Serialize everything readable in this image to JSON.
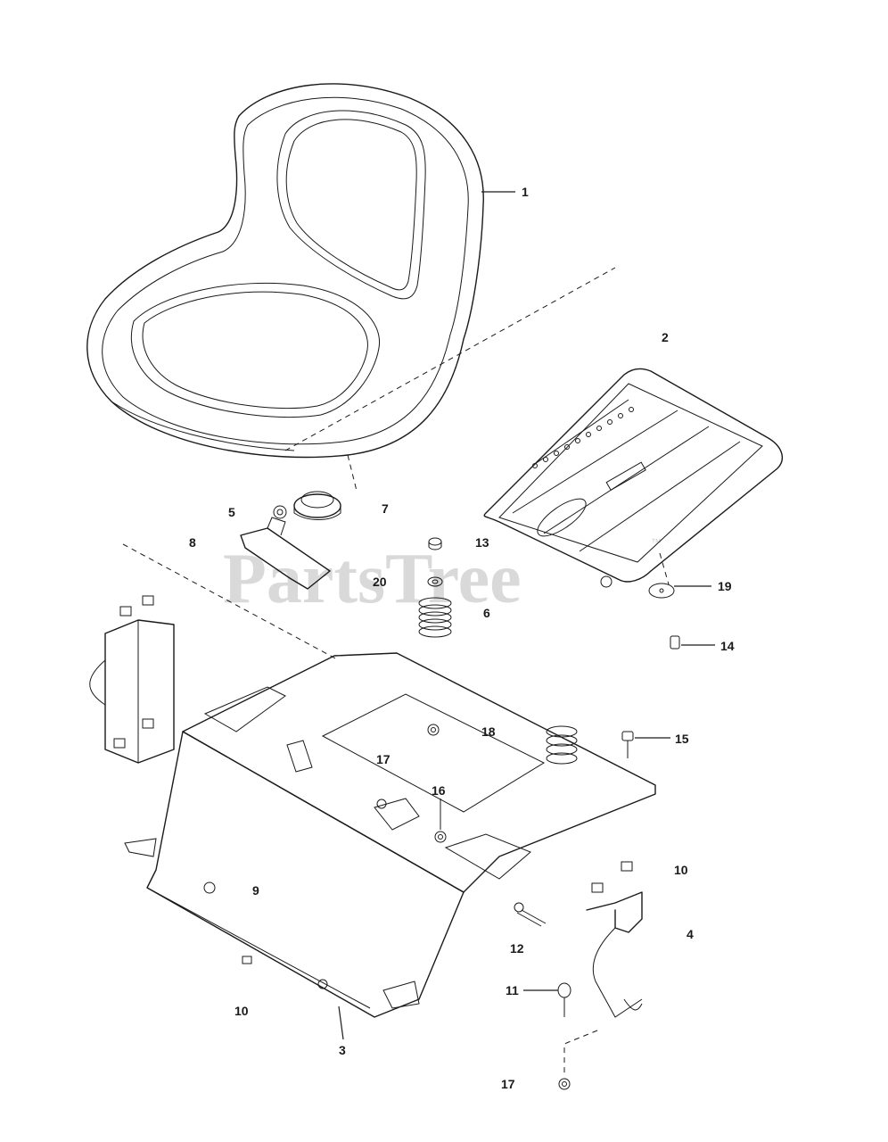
{
  "watermark": {
    "text": "PartsTree",
    "mark": "™"
  },
  "callouts": {
    "c1": "1",
    "c2": "2",
    "c3": "3",
    "c4": "4",
    "c5": "5",
    "c6": "6",
    "c7": "7",
    "c8": "8",
    "c9": "9",
    "c10a": "10",
    "c10b": "10",
    "c11": "11",
    "c12": "12",
    "c13": "13",
    "c14": "14",
    "c15": "15",
    "c16": "16",
    "c17a": "17",
    "c17b": "17",
    "c18": "18",
    "c19": "19",
    "c20": "20"
  },
  "colors": {
    "line": "#1a1a1a",
    "watermark": "#d9d9d9",
    "background": "#ffffff"
  }
}
